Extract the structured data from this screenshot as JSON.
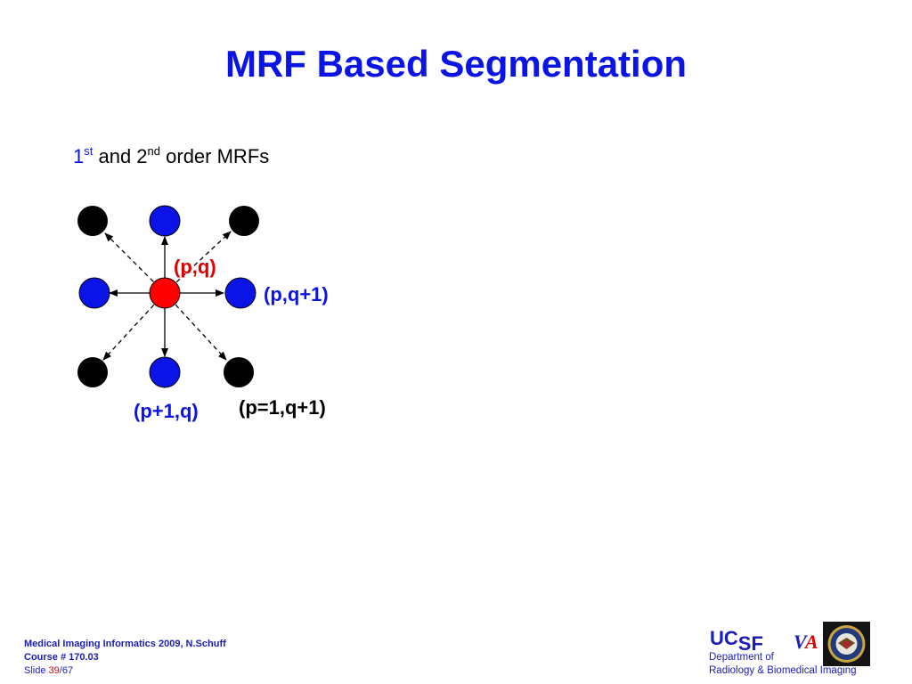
{
  "title": "MRF Based Segmentation",
  "subtitle": {
    "first_num": "1",
    "first_sup": "st",
    "middle": " and 2",
    "second_sup": "nd",
    "rest": " order MRFs"
  },
  "diagram": {
    "labels": {
      "center": "(p,q)",
      "right": "(p,q+1)",
      "bottom": "(p+1,q)",
      "diagonal": "(p=1,q+1)"
    },
    "colors": {
      "center_node": "#ff0000",
      "first_order_node": "#0a14e6",
      "second_order_node": "#000000"
    }
  },
  "footer": {
    "line1": "Medical Imaging Informatics 2009, N.Schuff",
    "line2": "Course # 170.03",
    "slide_prefix": "Slide ",
    "slide_current": "39",
    "slide_sep": "/",
    "slide_total": "67"
  },
  "logos": {
    "ucsf_uc": "UC",
    "ucsf_sf": "SF",
    "dept_line1": "Department of",
    "dept_line2": "Radiology & Biomedical Imaging",
    "va_v": "V",
    "va_a": "A"
  }
}
